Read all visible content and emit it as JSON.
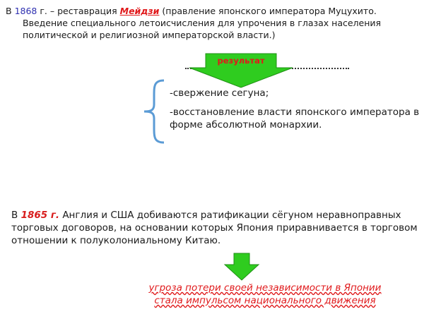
{
  "meiji": {
    "prefix": "В ",
    "year": "1868",
    "year_suffix": " г. – реставрация ",
    "name": "Мейдзи",
    "rest": " (правление японского императора Муцухито.",
    "line2": "Введение специального летоисчисления для упрочения в глазах населения",
    "line3": "политической и религиозной императорской власти.)"
  },
  "result_label": "результат",
  "results": [
    "-свержение сегуна;",
    "-восстановление власти японского императора в форме абсолютной монархии."
  ],
  "treaties": {
    "prefix": "В ",
    "year": "1865 г.",
    "text": " Англия и США добиваются ратификации сёгуном неравноправных торговых договоров, на основании которых Япония приравнивается в торговом отношении к полуколониальному Китаю."
  },
  "consequence": {
    "line1": "угроза потери своей независимости в Японии",
    "line2": "стала импульсом национального движения"
  },
  "colors": {
    "arrow": "#2fcc1f",
    "brace": "#5b9bd5",
    "accent": "#e0191b",
    "year_blue": "#2d2fb0"
  }
}
